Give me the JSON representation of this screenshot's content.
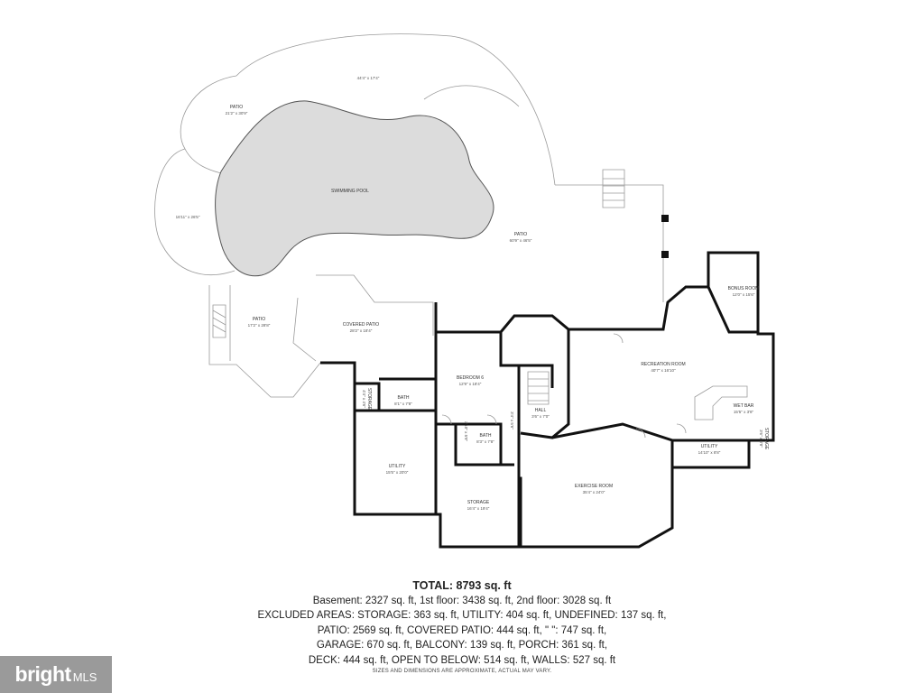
{
  "rooms": [
    {
      "id": "patio-top",
      "name": "",
      "dims": "44'4\" x 17'4\""
    },
    {
      "id": "patio-upper-left",
      "name": "PATIO",
      "dims": "21'2\" x 30'9\""
    },
    {
      "id": "patio-left",
      "name": "",
      "dims": "16'11\" x 26'5\""
    },
    {
      "id": "swimming-pool",
      "name": "SWIMMING POOL",
      "dims": ""
    },
    {
      "id": "patio-right",
      "name": "PATIO",
      "dims": "60'9\" x 46'5\""
    },
    {
      "id": "patio-lower-left",
      "name": "PATIO",
      "dims": "17'2\" x 28'8\""
    },
    {
      "id": "covered-patio",
      "name": "COVERED PATIO",
      "dims": "28'2\" x 18'4\""
    },
    {
      "id": "bedroom",
      "name": "BEDROOM 6",
      "dims": "12'9\" x 18'4\""
    },
    {
      "id": "bath-left",
      "name": "BATH",
      "dims": "8'1\" x 7'8\""
    },
    {
      "id": "storage-small",
      "name": "STORAGE",
      "dims": "4'4\" x 4'6\""
    },
    {
      "id": "utility-left",
      "name": "UTILITY",
      "dims": "15'5\" x 20'0\""
    },
    {
      "id": "bath-center",
      "name": "BATH",
      "dims": "8'3\" x 7'8\""
    },
    {
      "id": "hall",
      "name": "HALL",
      "dims": "3'6\" x 7'0\""
    },
    {
      "id": "storage-center",
      "name": "STORAGE",
      "dims": "16'4\" x 19'4\""
    },
    {
      "id": "closet-left",
      "name": "",
      "dims": "3'10\" x 5'8\""
    },
    {
      "id": "closet-center",
      "name": "",
      "dims": "3'4\" x 5'6\""
    },
    {
      "id": "recreation-room",
      "name": "RECREATION ROOM",
      "dims": "40'7\" x 16'10\""
    },
    {
      "id": "bonus-room",
      "name": "BONUS ROOM",
      "dims": "12'0\" x 15'6\""
    },
    {
      "id": "wet-bar",
      "name": "WET BAR",
      "dims": "15'5\" x 3'8\""
    },
    {
      "id": "utility-right",
      "name": "UTILITY",
      "dims": "14'10\" x 8'8\""
    },
    {
      "id": "storage-right",
      "name": "STORAGE",
      "dims": "3'6\" x 8'8\""
    },
    {
      "id": "exercise-room",
      "name": "EXERCISE ROOM",
      "dims": "35'4\" x 24'0\""
    }
  ],
  "summary": {
    "total": "TOTAL: 8793 sq. ft",
    "lines": [
      "Basement: 2327 sq. ft, 1st floor: 3438 sq. ft, 2nd floor: 3028 sq. ft",
      "EXCLUDED AREAS: STORAGE: 363 sq. ft, UTILITY: 404 sq. ft, UNDEFINED: 137 sq. ft,",
      "PATIO: 2569 sq. ft, COVERED PATIO: 444 sq. ft, \" \": 747 sq. ft,",
      "GARAGE: 670 sq. ft, BALCONY: 139 sq. ft, PORCH: 361 sq. ft,",
      "DECK: 444 sq. ft, OPEN TO BELOW: 514 sq. ft, WALLS: 527 sq. ft"
    ],
    "disclaimer": "SIZES AND DIMENSIONS ARE APPROXIMATE, ACTUAL MAY VARY."
  },
  "brand": {
    "word": "bright",
    "suffix": "MLS"
  },
  "colors": {
    "wall": "#111111",
    "thin": "#9a9a9a",
    "pool": "#dcdcdc",
    "brand_bg": "#9a9a9a"
  }
}
